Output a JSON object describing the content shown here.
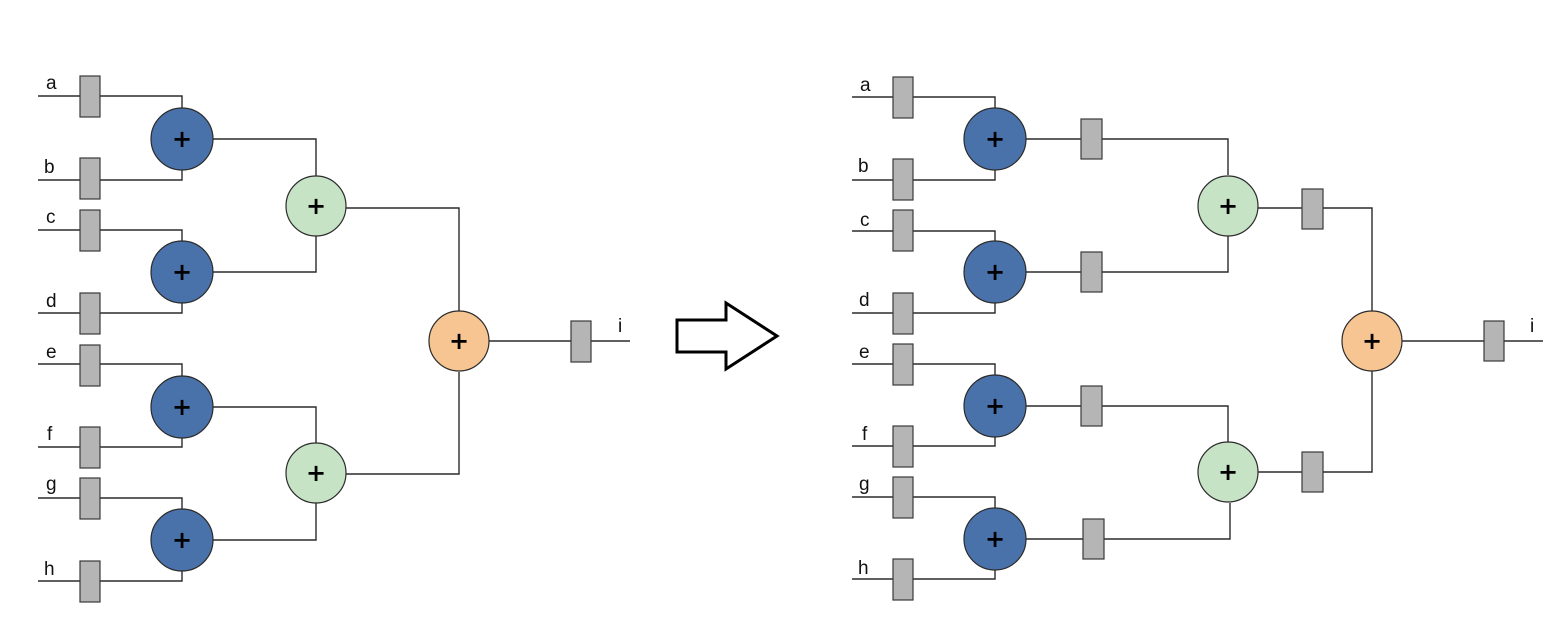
{
  "left_tree": {
    "inputs": [
      "a",
      "b",
      "c",
      "d",
      "e",
      "f",
      "g",
      "h"
    ],
    "output": "i",
    "adder_symbol": "+"
  },
  "right_tree": {
    "inputs": [
      "a",
      "b",
      "c",
      "d",
      "e",
      "f",
      "g",
      "h"
    ],
    "output": "i",
    "adder_symbol": "+"
  },
  "colors": {
    "level1_adder": "#4a72aa",
    "level2_adder": "#c6e3c6",
    "level3_adder": "#f7c592",
    "register": "#b5b5b5",
    "wire": "#2b2b2b"
  },
  "icons": {
    "transition": "right-arrow-icon",
    "adder": "plus-circle-icon",
    "register": "register-block-icon"
  }
}
